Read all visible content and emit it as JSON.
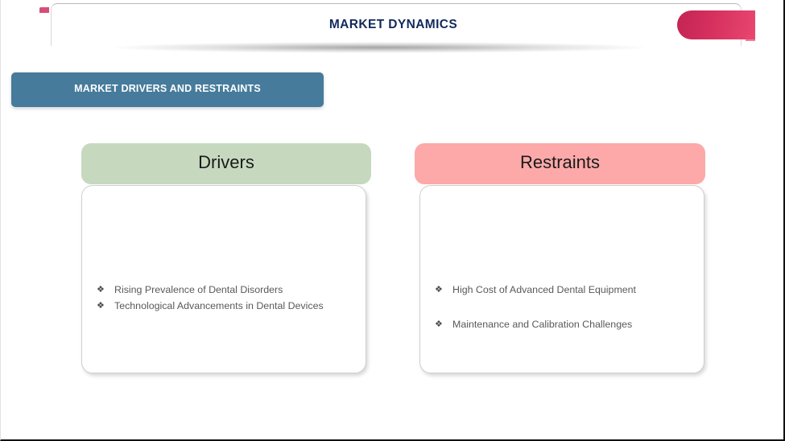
{
  "slide": {
    "title": "MARKET DYNAMICS",
    "section_heading": "MARKET DRIVERS AND RESTRAINTS",
    "colors": {
      "title_text": "#122a5c",
      "ribbon_light": "#e8466f",
      "ribbon_dark": "#c32553",
      "section_pill": "#467b9c",
      "drivers_header": "#c6d9bf",
      "restraints_header": "#fda9a9",
      "body_text": "#595959"
    }
  },
  "cards": [
    {
      "id": "drivers",
      "title": "Drivers",
      "bullet_glyph": "❖",
      "items": [
        "Rising Prevalence of Dental Disorders",
        "Technological Advancements in Dental Devices"
      ]
    },
    {
      "id": "restraints",
      "title": "Restraints",
      "bullet_glyph": "❖",
      "items": [
        "High Cost of Advanced Dental Equipment",
        "Maintenance and Calibration Challenges"
      ]
    }
  ]
}
